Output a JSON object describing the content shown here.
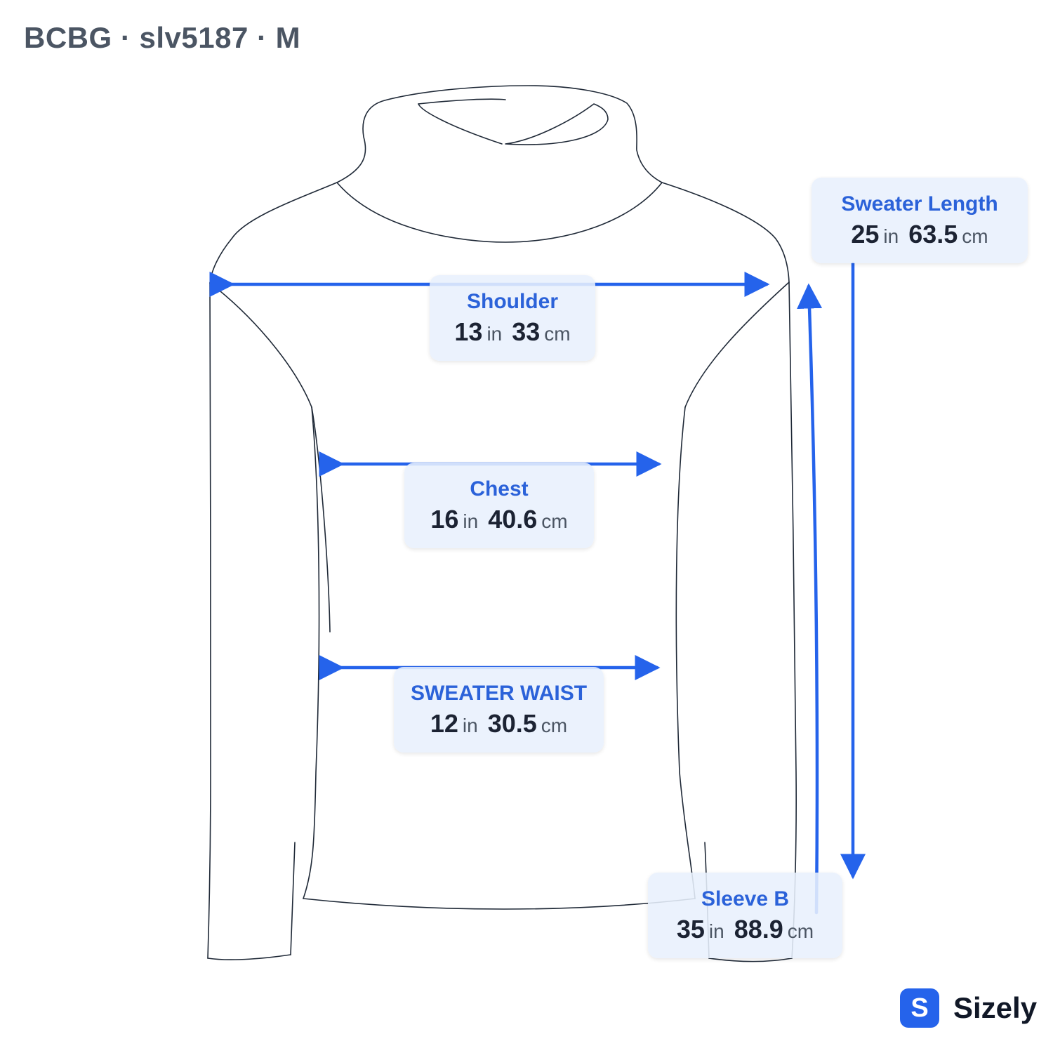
{
  "header": {
    "title": "BCBG · slv5187 · M"
  },
  "colors": {
    "accent": "#2563eb",
    "label": "#2b62d9",
    "outline": "#1f2937",
    "badge_bg": "#e8f0fd"
  },
  "measurements": {
    "shoulder": {
      "label": "Shoulder",
      "in": "13",
      "in_unit": "in",
      "cm": "33",
      "cm_unit": "cm"
    },
    "chest": {
      "label": "Chest",
      "in": "16",
      "in_unit": "in",
      "cm": "40.6",
      "cm_unit": "cm"
    },
    "waist": {
      "label": "SWEATER WAIST",
      "in": "12",
      "in_unit": "in",
      "cm": "30.5",
      "cm_unit": "cm"
    },
    "length": {
      "label": "Sweater Length",
      "in": "25",
      "in_unit": "in",
      "cm": "63.5",
      "cm_unit": "cm"
    },
    "sleeve": {
      "label": "Sleeve B",
      "in": "35",
      "in_unit": "in",
      "cm": "88.9",
      "cm_unit": "cm"
    }
  },
  "brand": {
    "logo_letter": "S",
    "name": "Sizely"
  }
}
